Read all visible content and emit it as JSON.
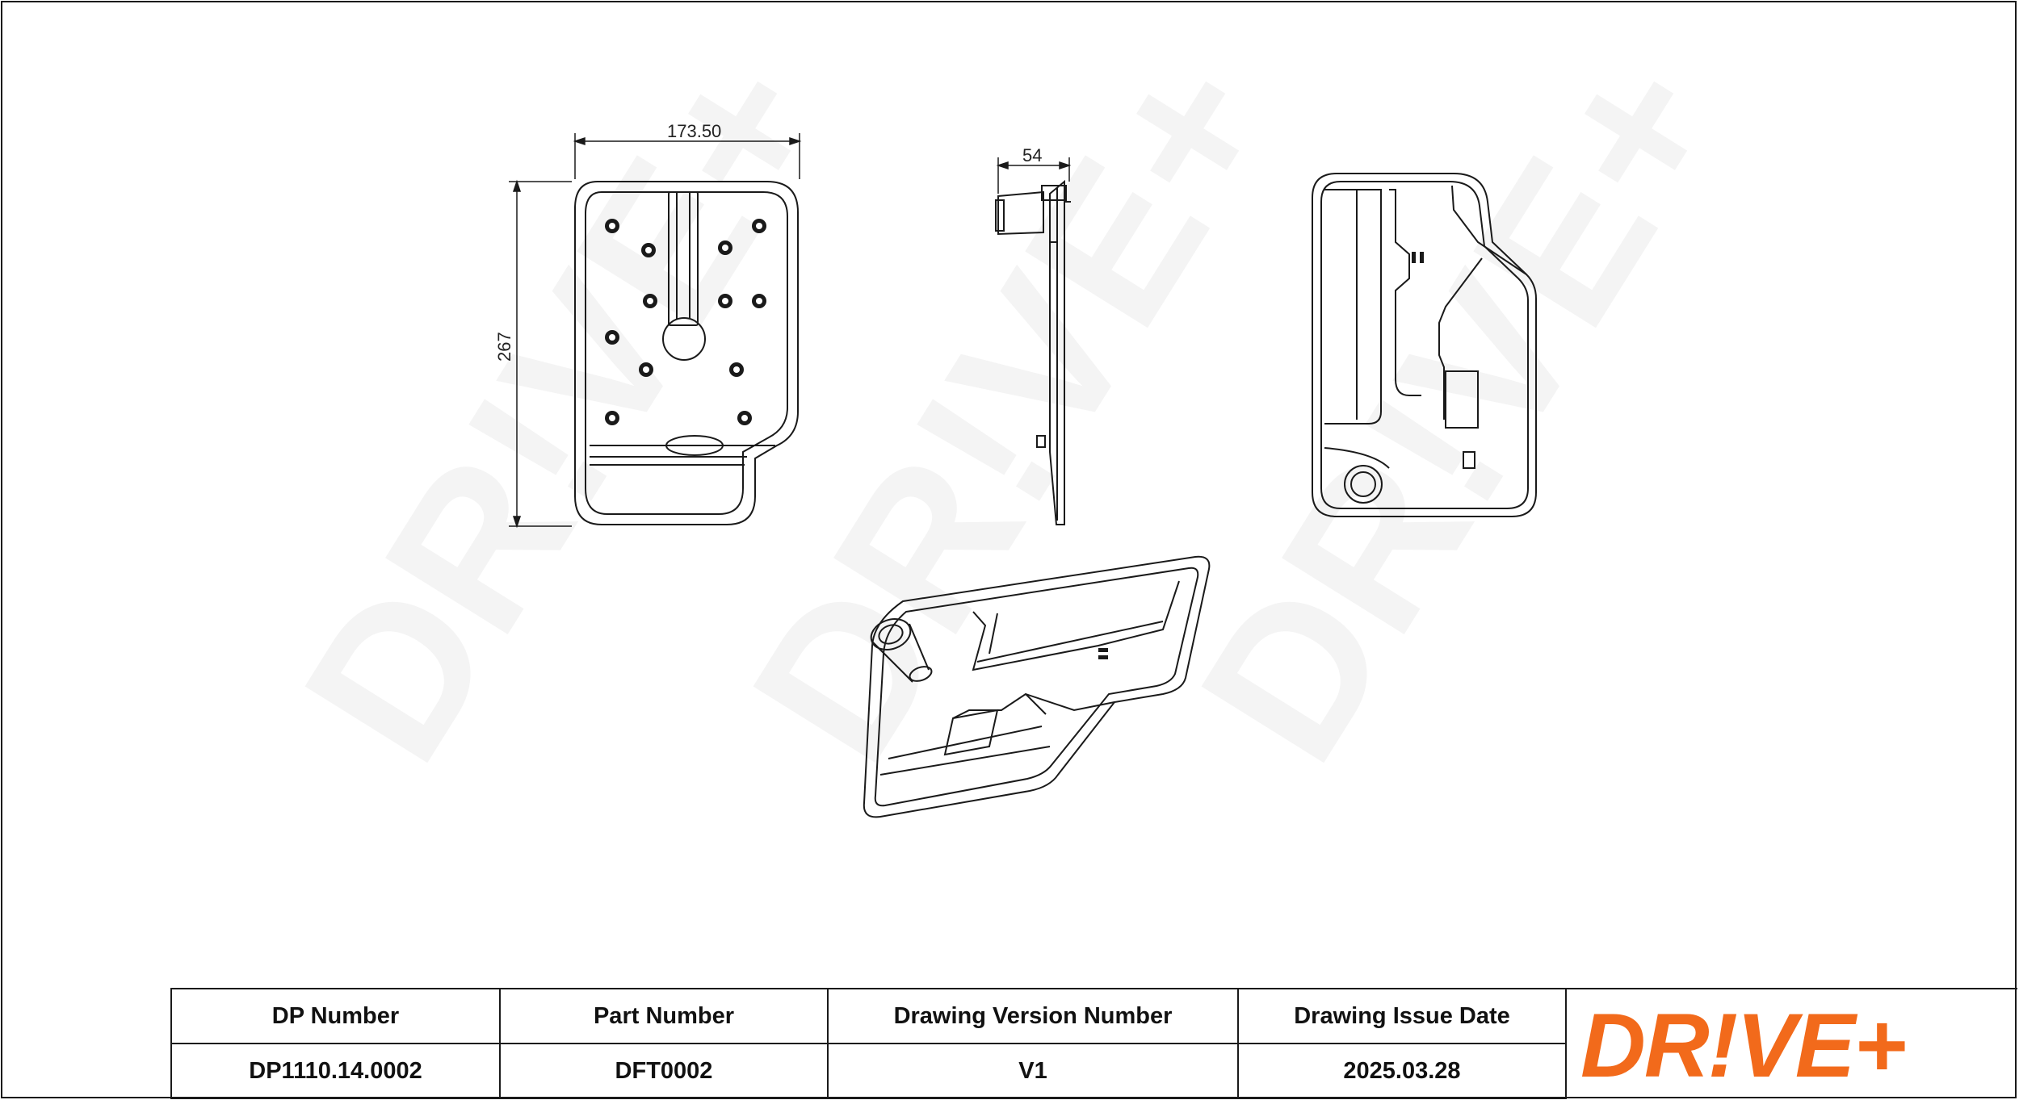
{
  "drawing": {
    "dimensions": {
      "width_top": "173.50",
      "height_left": "267",
      "depth_side": "54"
    },
    "watermark_text": "DR!VE+"
  },
  "title_block": {
    "headers": [
      "DP Number",
      "Part Number",
      "Drawing Version Number",
      "Drawing Issue Date"
    ],
    "values": [
      "DP1110.14.0002",
      "DFT0002",
      "V1",
      "2025.03.28"
    ]
  },
  "logo": {
    "text": "DR!VE+",
    "color": "#f26a1b"
  }
}
